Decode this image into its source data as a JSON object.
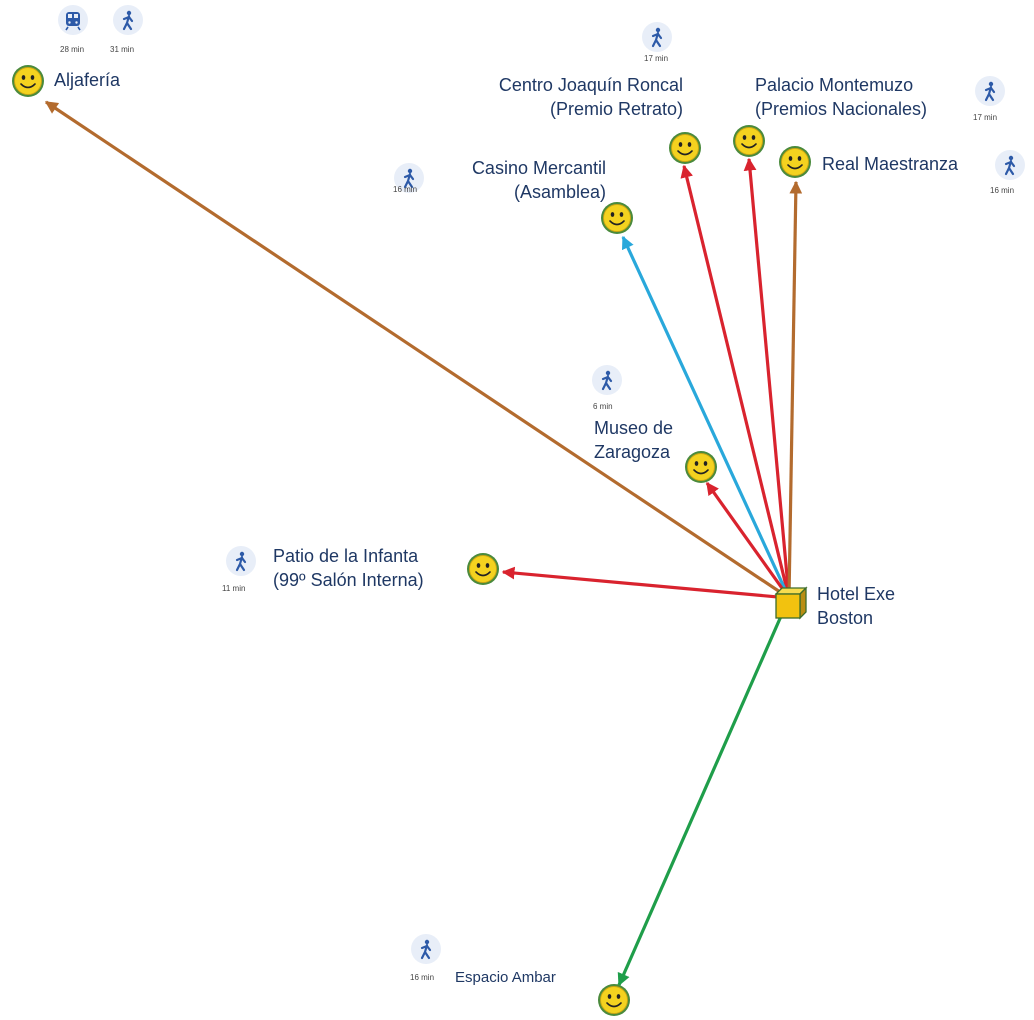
{
  "hub": {
    "name_line1": "Hotel Exe",
    "name_line2": "Boston"
  },
  "destinations": [
    {
      "id": "aljaferia",
      "line1": "Aljafería",
      "line2": "",
      "arrow_color": "#b36b2e",
      "modes": [
        {
          "icon": "train-icon",
          "time": "28 min"
        },
        {
          "icon": "walk-icon",
          "time": "31 min"
        }
      ]
    },
    {
      "id": "centro-joaquin-roncal",
      "line1": "Centro Joaquín Roncal",
      "line2": "(Premio Retrato)",
      "arrow_color": "#d9232e",
      "modes": [
        {
          "icon": "walk-icon",
          "time": "17 min"
        }
      ]
    },
    {
      "id": "palacio-montemuzo",
      "line1": "Palacio Montemuzo",
      "line2": "(Premios Nacionales)",
      "arrow_color": "#d9232e",
      "modes": [
        {
          "icon": "walk-icon",
          "time": "17 min"
        }
      ]
    },
    {
      "id": "real-maestranza",
      "line1": "Real Maestranza",
      "line2": "",
      "arrow_color": "#b36b2e",
      "modes": [
        {
          "icon": "walk-icon",
          "time": "16 min"
        }
      ]
    },
    {
      "id": "casino-mercantil",
      "line1": "Casino Mercantil",
      "line2": "(Asamblea)",
      "arrow_color": "#29a8db",
      "modes": [
        {
          "icon": "walk-icon",
          "time": "16 min"
        }
      ]
    },
    {
      "id": "museo-de-zaragoza",
      "line1": "Museo de",
      "line2": "Zaragoza",
      "arrow_color": "#d9232e",
      "modes": [
        {
          "icon": "walk-icon",
          "time": "6 min"
        }
      ]
    },
    {
      "id": "patio-de-la-infanta",
      "line1": "Patio de la Infanta",
      "line2": "(99º Salón Interna)",
      "arrow_color": "#d9232e",
      "modes": [
        {
          "icon": "walk-icon",
          "time": "11 min"
        }
      ]
    },
    {
      "id": "espacio-ambar",
      "line1": "Espacio Ambar",
      "line2": "",
      "arrow_color": "#1f9e4a",
      "modes": [
        {
          "icon": "walk-icon",
          "time": "16 min"
        }
      ]
    }
  ]
}
